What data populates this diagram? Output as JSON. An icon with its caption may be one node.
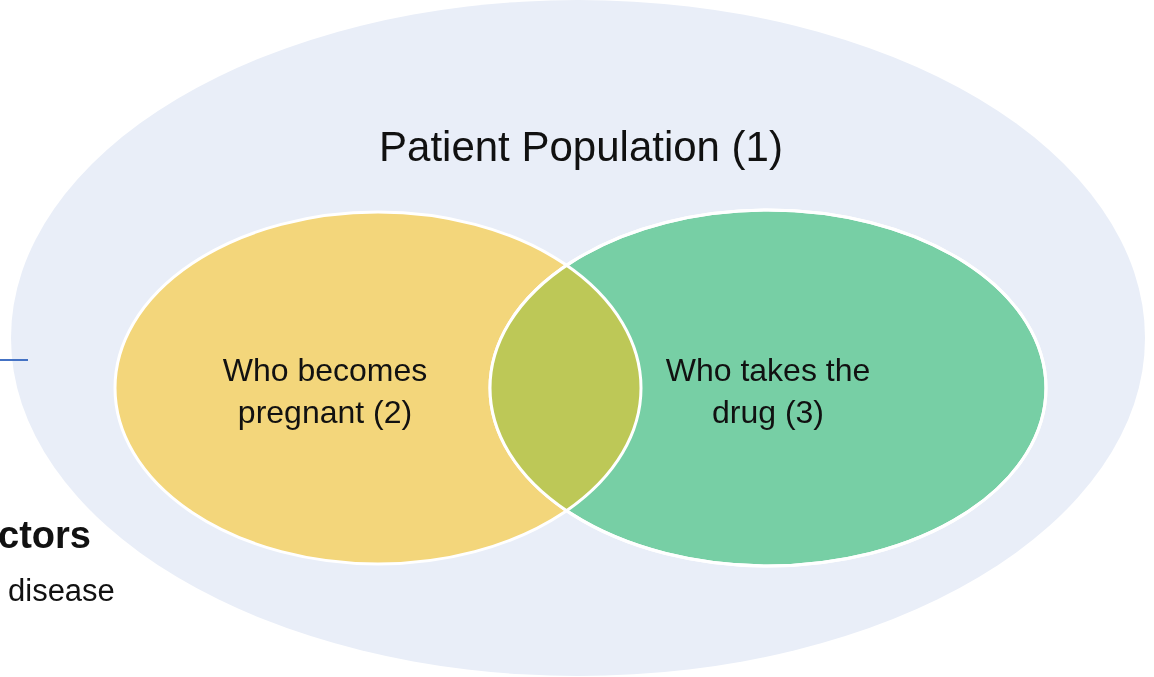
{
  "diagram": {
    "nodes": [
      {
        "text": [
          "Patient Population (1)"
        ]
      },
      {
        "text": [
          "Who becomes pregnant (2)"
        ],
        "in": 0
      },
      {
        "text": [
          "Who takes the drug (3)"
        ],
        "in": 0
      }
    ],
    "labels": [
      "ctors",
      "disease"
    ]
  }
}
